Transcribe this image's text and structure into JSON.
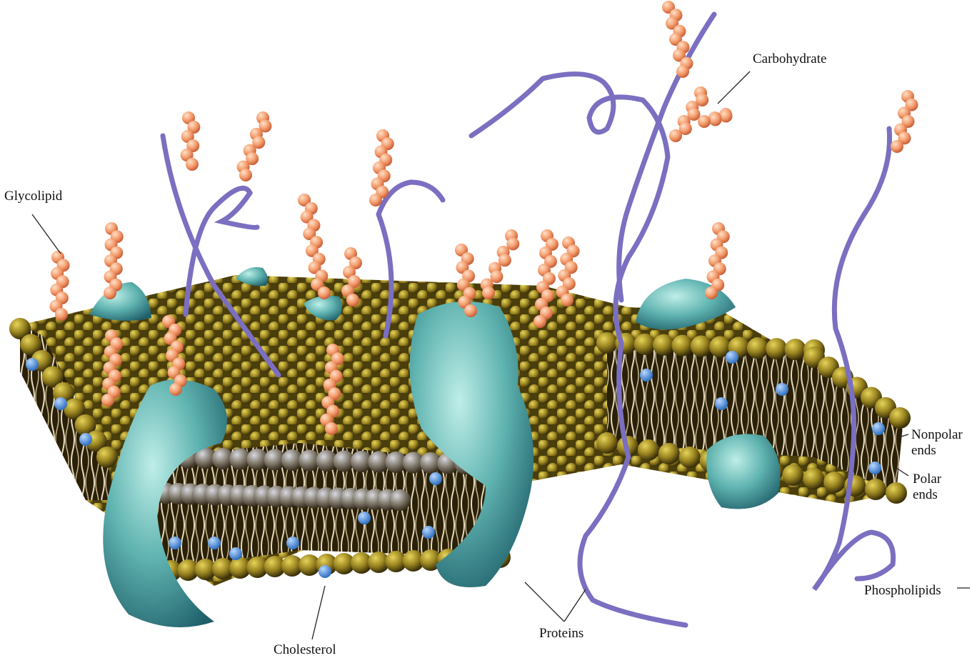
{
  "diagram": {
    "labels": {
      "carbohydrate": "Carbohydrate",
      "glycolipid": "Glycolipid",
      "nonpolar_ends": "Nonpolar ends",
      "polar_ends": "Polar ends",
      "phospholipids": "Phospholipids",
      "proteins": "Proteins",
      "cholesterol": "Cholesterol"
    },
    "colors": {
      "head": "#8a7a1c",
      "head_light": "#d8c44a",
      "protein": "#5fb3b0",
      "protein_dark": "#2f7f86",
      "carbohydrate": "#f39a6a",
      "chain": "#7a6fc0",
      "cholesterol": "#4f8fd8",
      "tail": "#e8dcc0",
      "line": "#222222"
    }
  }
}
